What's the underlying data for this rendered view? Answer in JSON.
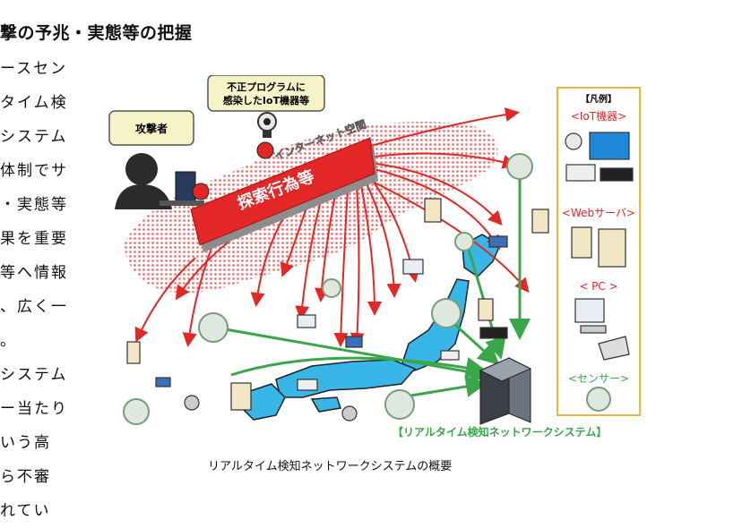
{
  "heading": "撃の予兆・実態等の把握",
  "body_lines": [
    "ースセン",
    "タイム検",
    "システム",
    "体制でサ",
    "・実態等",
    "果を重要",
    "等へ情報",
    "、広く一",
    "。",
    "システム",
    "ー当たり",
    "いう高",
    "ら不審",
    "れてい"
  ],
  "diagram": {
    "attacker_label": "攻撃者",
    "infected_label_line1": "不正プログラムに",
    "infected_label_line2": "感染したIoT機器等",
    "internet_label": "インターネット空間",
    "scan_label": "探索行為等",
    "system_label": "【リアルタイム検知ネットワークシステム】",
    "legend": {
      "title": "【凡例】",
      "iot": "<IoT機器>",
      "web": "<Webサーバ>",
      "pc": "< PC >",
      "sensor": "<センサー>"
    },
    "colors": {
      "red": "#e32626",
      "green": "#3aa64a",
      "japan": "#38b6e8",
      "legend_border": "#e8b83a",
      "label_box": "#f6f3c8"
    }
  },
  "caption": "リアルタイム検知ネットワークシステムの概要"
}
